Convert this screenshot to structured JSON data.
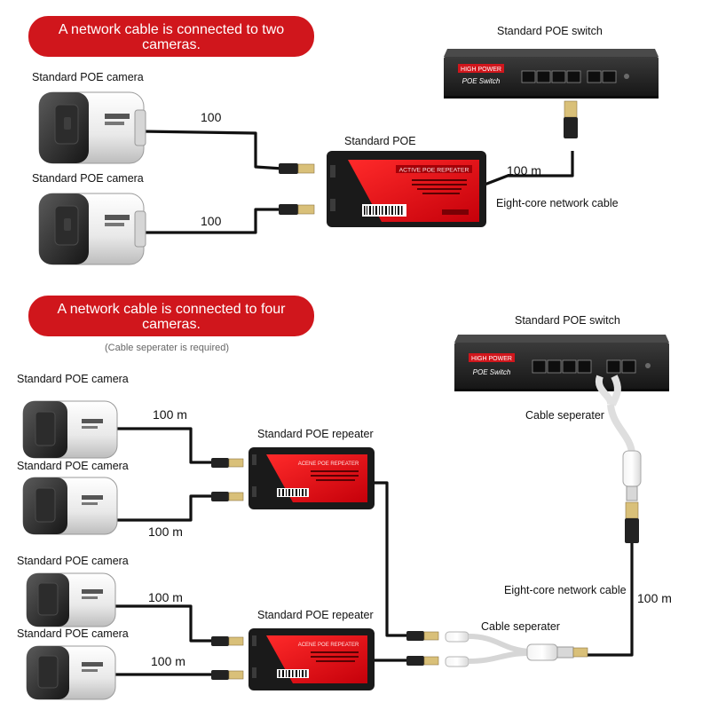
{
  "top": {
    "banner": "A network cable is connected to two cameras.",
    "camera_label_1": "Standard POE camera",
    "camera_label_2": "Standard POE camera",
    "dist_1": "100",
    "dist_2": "100",
    "repeater_label": "Standard POE",
    "repeater_brand": "ACTIVE POE REPEATER",
    "switch_label": "Standard POE switch",
    "switch_badge_1": "HIGH POWER",
    "switch_badge_2": "POE Switch",
    "uplink_dist": "100 m",
    "cable_label": "Eight-core network cable"
  },
  "bottom": {
    "banner": "A network cable is connected to four cameras.",
    "note": "(Cable seperater is required)",
    "camera_labels": [
      "Standard POE camera",
      "Standard POE camera",
      "Standard POE camera",
      "Standard POE camera"
    ],
    "dists": [
      "100 m",
      "100 m",
      "100 m",
      "100 m"
    ],
    "repeater_label_1": "Standard POE repeater",
    "repeater_label_2": "Standard POE repeater",
    "repeater_brand": "ACENE POE REPEATER",
    "switch_label": "Standard POE switch",
    "switch_badge_1": "HIGH POWER",
    "switch_badge_2": "POE Switch",
    "separator_label_1": "Cable seperater",
    "separator_label_2": "Cable seperater",
    "cable_label": "Eight-core network cable",
    "uplink_dist": "100 m"
  },
  "colors": {
    "banner_red": "#d0161c",
    "device_red": "#e8101a",
    "device_black": "#1a1a1a",
    "cable_black": "#111111"
  },
  "icons": [
    "camera-icon",
    "rj45-plug-icon",
    "poe-repeater-icon",
    "poe-switch-icon",
    "cable-separator-icon",
    "barcode-icon"
  ]
}
